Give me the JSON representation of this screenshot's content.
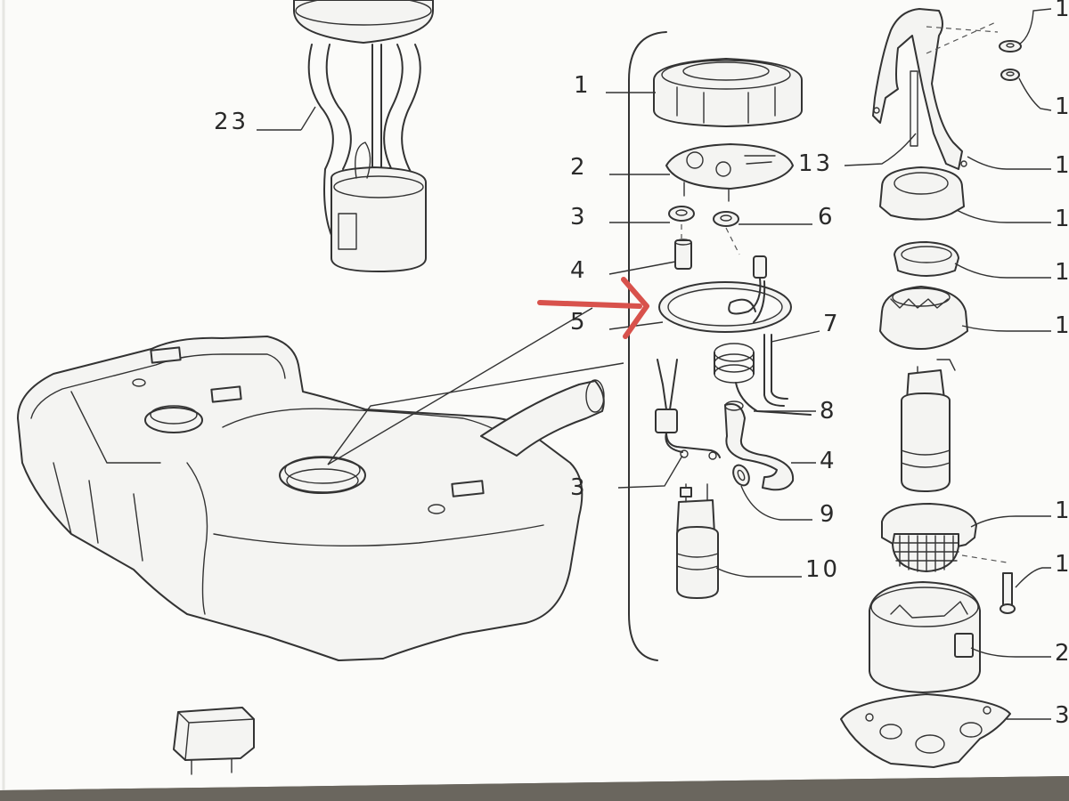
{
  "callouts": [
    {
      "id": "c23",
      "text": "23"
    },
    {
      "id": "c1",
      "text": "1"
    },
    {
      "id": "c2",
      "text": "2"
    },
    {
      "id": "c3a",
      "text": "3"
    },
    {
      "id": "c6",
      "text": "6"
    },
    {
      "id": "c4a",
      "text": "4"
    },
    {
      "id": "c5",
      "text": "5"
    },
    {
      "id": "c7",
      "text": "7"
    },
    {
      "id": "c8",
      "text": "8"
    },
    {
      "id": "c4b",
      "text": "4"
    },
    {
      "id": "c9",
      "text": "9"
    },
    {
      "id": "c3b",
      "text": "3"
    },
    {
      "id": "c10",
      "text": "10"
    },
    {
      "id": "c13",
      "text": "13"
    },
    {
      "id": "r1",
      "text": "1"
    },
    {
      "id": "r2",
      "text": "1"
    },
    {
      "id": "r3",
      "text": "1"
    },
    {
      "id": "r4",
      "text": "1"
    },
    {
      "id": "r5",
      "text": "1"
    },
    {
      "id": "r6",
      "text": "1"
    },
    {
      "id": "r7",
      "text": "1"
    },
    {
      "id": "r8",
      "text": "1"
    },
    {
      "id": "r9",
      "text": "2"
    },
    {
      "id": "r10",
      "text": "3"
    }
  ],
  "annotation": {
    "type": "arrow",
    "color": "#d8524c",
    "points_to": "5"
  },
  "colors": {
    "paper": "#fbfbf9",
    "ink": "#333333",
    "background": "#6a665e"
  }
}
